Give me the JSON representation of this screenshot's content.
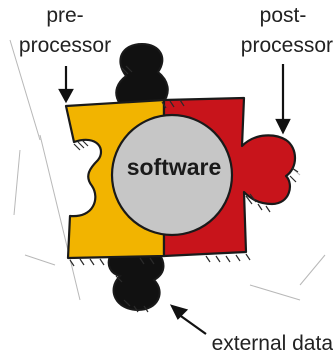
{
  "labels": {
    "pre_line1": "pre-",
    "pre_line2": "processor",
    "post_line1": "post-",
    "post_line2": "processor",
    "center": "software",
    "external": "external data"
  },
  "colors": {
    "pre_piece": "#f2b400",
    "post_piece": "#c8141b",
    "tab_black": "#111111",
    "circle_fill": "#c6c6c6",
    "outline": "#1a1a1a"
  }
}
